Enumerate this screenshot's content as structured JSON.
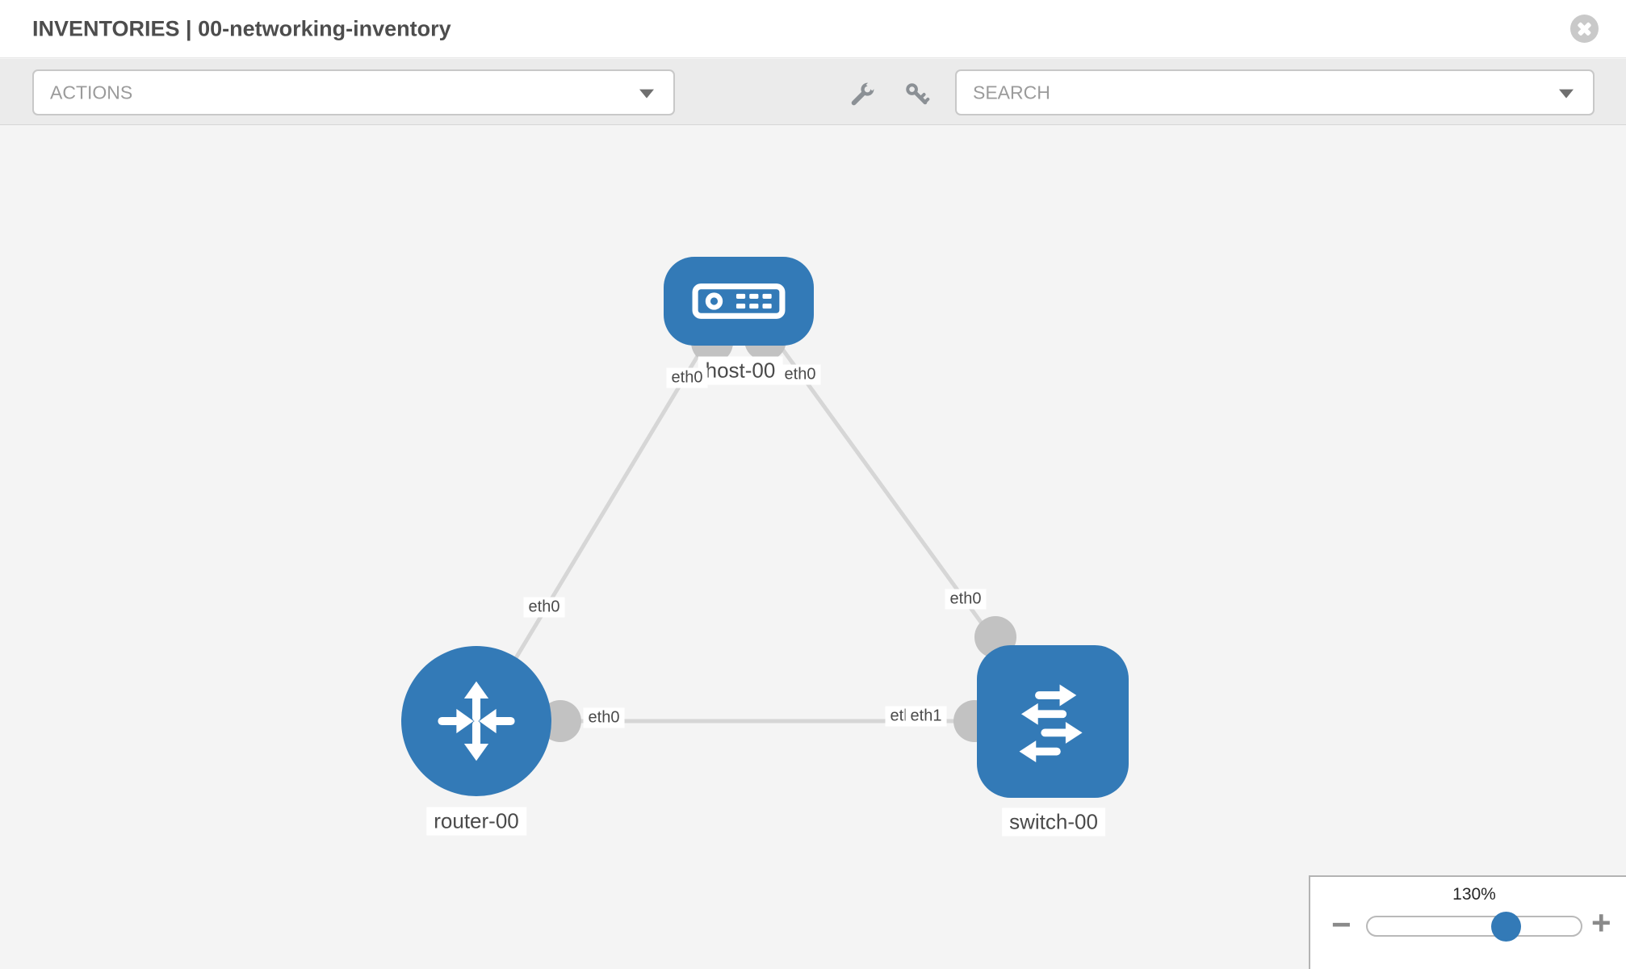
{
  "header": {
    "title": "INVENTORIES | 00-networking-inventory"
  },
  "toolbar": {
    "actions_placeholder": "ACTIONS",
    "search_placeholder": "SEARCH",
    "icons": [
      "wrench",
      "key"
    ]
  },
  "canvas": {
    "nodes": [
      {
        "id": "host-00",
        "type": "host",
        "label": "host-00"
      },
      {
        "id": "router-00",
        "type": "router",
        "label": "router-00"
      },
      {
        "id": "switch-00",
        "type": "switch",
        "label": "switch-00"
      }
    ],
    "links": [
      {
        "from": "host-00",
        "to": "router-00"
      },
      {
        "from": "host-00",
        "to": "switch-00"
      },
      {
        "from": "router-00",
        "to": "switch-00"
      }
    ],
    "interface_labels": {
      "host_left": "eth0",
      "host_right": "eth0",
      "router_top": "eth0",
      "switch_top": "eth0",
      "router_right": "eth0",
      "switch_left_under": "eth0",
      "switch_left_over": "eth1"
    }
  },
  "zoom_control": {
    "value": "130%",
    "minus": "−",
    "plus": "+"
  },
  "colors": {
    "node_blue": "#337ab7",
    "link_gray": "#d6d6d6",
    "interface_dot_gray": "#c2c2c2",
    "toolbar_bg": "#ebebeb",
    "canvas_bg": "#f4f4f4"
  }
}
